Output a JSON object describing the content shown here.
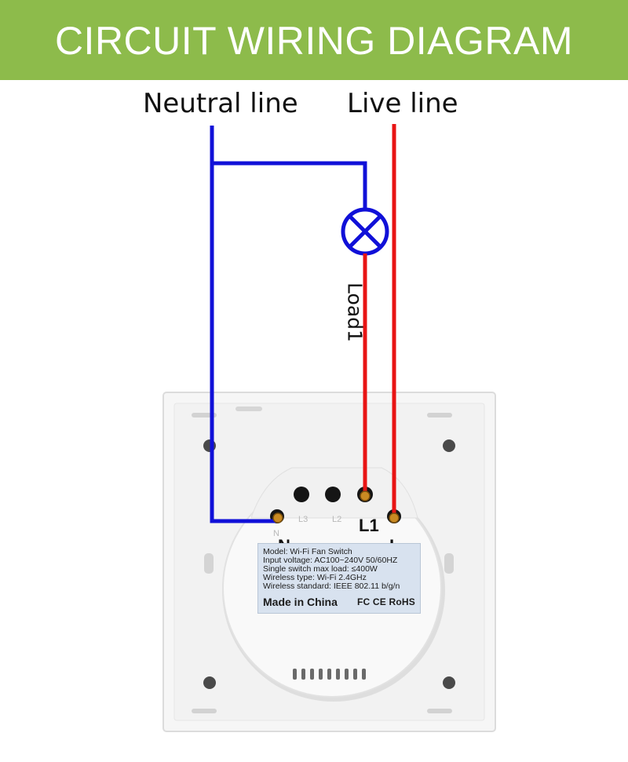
{
  "header": {
    "title": "CIRCUIT WIRING DIAGRAM",
    "background_color": "#8dbb4b"
  },
  "wires": {
    "neutral_label": "Neutral line",
    "live_label": "Live line",
    "load_label": "Load1",
    "neutral_color": "#1010d8",
    "live_color": "#e81414"
  },
  "terminals": {
    "n": "N",
    "l1": "L1",
    "l": "L",
    "l2_marking": "L2",
    "l3_marking": "L3",
    "n_marking": "N"
  },
  "device_label": {
    "lines": [
      "Model: Wi-Fi Fan Switch",
      "Input voltage: AC100~240V 50/60HZ",
      "Single switch max load: ≤400W",
      "Wireless type: Wi-Fi 2.4GHz",
      "Wireless standard: IEEE 802.11 b/g/n"
    ],
    "made_in": "Made in China",
    "certifications": "FC CE RoHS"
  }
}
